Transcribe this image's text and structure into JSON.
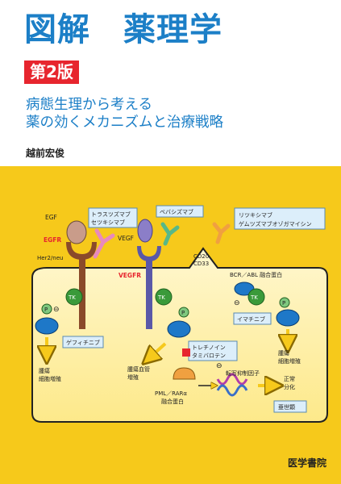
{
  "cover": {
    "title": "図解　薬理学",
    "edition": "第2版",
    "subtitle_line1": "病態生理から考える",
    "subtitle_line2": "薬の効くメカニズムと治療戦略",
    "author": "越前宏俊",
    "publisher": "医学書院",
    "colors": {
      "title_blue": "#1c7fc7",
      "edition_red": "#e7252e",
      "bottom_yellow": "#f6c91b"
    }
  },
  "diagram": {
    "drugs": {
      "trastuzumab": "トラスツズマブ",
      "cetuximab": "セツキシマブ",
      "bevacizumab": "ベバシズマブ",
      "rituximab": "リツキシマブ",
      "gemtuzumab": "ゲムツズマブオゾガマイシン",
      "gefitinib": "ゲフィチニブ",
      "imatinib": "イマチニブ",
      "tretinoin": "トレチノイン",
      "tamibarotene": "タミバロテン"
    },
    "labels": {
      "egf": "EGF",
      "egfr": "EGFR",
      "her2": "Her2/neu",
      "vegf": "VEGF",
      "vegfr": "VEGFR",
      "cd20": "CD20",
      "cd33": "CD33",
      "bcr_abl": "BCR／ABL 融合蛋白",
      "tk": "TK",
      "p": "P",
      "minus": "⊖",
      "tumor_left_1": "腫瘍",
      "tumor_left_2": "細胞増殖",
      "angio_1": "腫瘍血管",
      "angio_2": "増殖",
      "tumor_right_1": "腫瘍",
      "tumor_right_2": "細胞増殖",
      "pml_rar_1": "PML／RARα",
      "pml_rar_2": "融合蛋白",
      "tf": "転写抑制因子",
      "normal_1": "正常",
      "normal_2": "分化",
      "apl": "亜世顆"
    }
  }
}
